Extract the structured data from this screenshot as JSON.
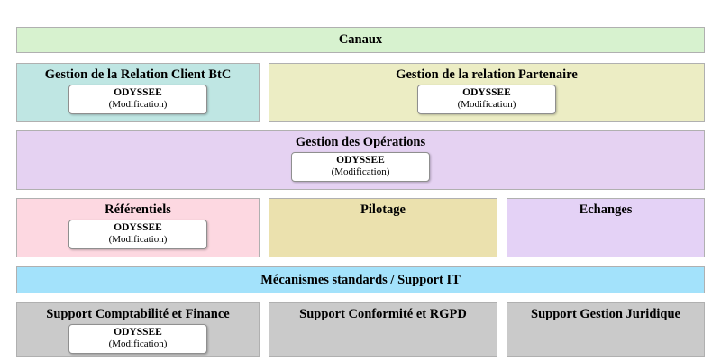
{
  "diagram": {
    "app_box": {
      "label": "ODYSSEE",
      "sublabel": "(Modification)"
    },
    "palette": {
      "canaux_green": "#d7f2cf",
      "client_btc_teal": "#bfe6e3",
      "partenaire_olive": "#ecedc4",
      "operations_purple": "#e5d2f2",
      "referentiels_pink": "#fdd8e1",
      "pilotage_tan": "#ebe1ae",
      "echanges_lavender": "#e4d2f6",
      "support_it_blue": "#a3e2fb",
      "support_gray": "#cacaca",
      "block_border": "#b0b0b0"
    },
    "rows": [
      {
        "blocks": [
          {
            "title": "Canaux",
            "color": "#d7f2cf",
            "has_app_box": false
          }
        ]
      },
      {
        "blocks": [
          {
            "title": "Gestion de la Relation Client BtC",
            "color": "#bfe6e3",
            "has_app_box": true
          },
          {
            "title": "Gestion de la relation Partenaire",
            "color": "#ecedc4",
            "has_app_box": true
          }
        ]
      },
      {
        "blocks": [
          {
            "title": "Gestion des Opérations",
            "color": "#e5d2f2",
            "has_app_box": true
          }
        ]
      },
      {
        "blocks": [
          {
            "title": "Référentiels",
            "color": "#fdd8e1",
            "has_app_box": true
          },
          {
            "title": "Pilotage",
            "color": "#ebe1ae",
            "has_app_box": false
          },
          {
            "title": "Echanges",
            "color": "#e4d2f6",
            "has_app_box": false
          }
        ]
      },
      {
        "blocks": [
          {
            "title": "Mécanismes standards / Support IT",
            "color": "#a3e2fb",
            "has_app_box": false
          }
        ]
      },
      {
        "blocks": [
          {
            "title": "Support Comptabilité et Finance",
            "color": "#cacaca",
            "has_app_box": true
          },
          {
            "title": "Support Conformité et RGPD",
            "color": "#cacaca",
            "has_app_box": false
          },
          {
            "title": "Support Gestion Juridique",
            "color": "#cacaca",
            "has_app_box": false
          }
        ]
      }
    ]
  }
}
